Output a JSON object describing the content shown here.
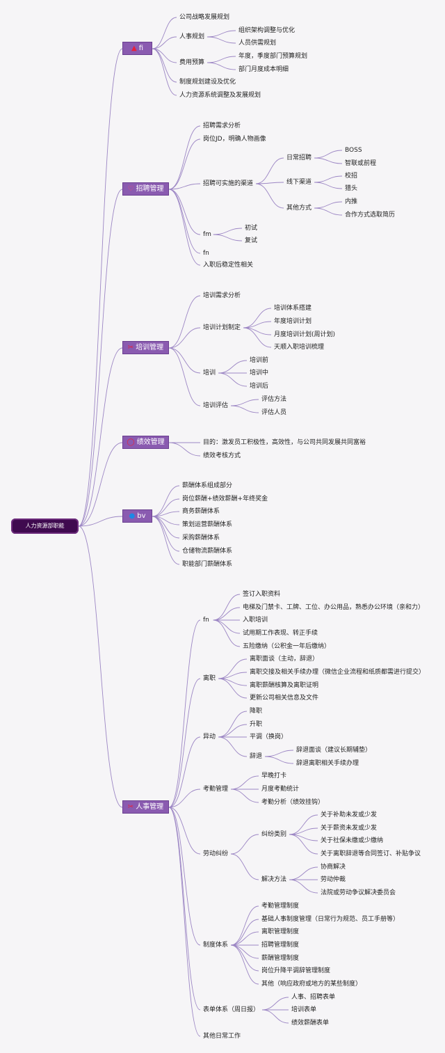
{
  "root": "人力资源部职能",
  "categories": [
    {
      "label": "fi",
      "icon": "▲",
      "icon_name": "red-triangle-icon",
      "icon_color": "#e8213b"
    },
    {
      "label": "招聘管理",
      "icon": "♡",
      "icon_name": "heart-icon",
      "icon_color": "#ff4d6d"
    },
    {
      "label": "培训管理",
      "icon": "✂",
      "icon_name": "scissors-icon",
      "icon_color": "#e8213b"
    },
    {
      "label": "绩效管理",
      "icon": "◯",
      "icon_name": "circle-icon",
      "icon_color": "#e8213b"
    },
    {
      "label": "bv",
      "icon": "●",
      "icon_name": "blue-dot-icon",
      "icon_color": "#1e88e5"
    },
    {
      "label": "人事管理",
      "icon": "✂",
      "icon_name": "scissors-icon",
      "icon_color": "#e8213b"
    }
  ],
  "nodes": {
    "a1": "公司战略发展规划",
    "a2": "人事规划",
    "a2a": "组织架构调整与优化",
    "a2b": "人员供需规划",
    "a3": "费用预算",
    "a3a": "年度，季度部门预算规划",
    "a3b": "部门月度成本明细",
    "a4": "制度规划建设及优化",
    "a5": "人力资源系统调整及发展规划",
    "b1": "招聘需求分析",
    "b2": "岗位JD，明确人物画像",
    "b3": "招聘可实施的渠道",
    "b3a": "日常招聘",
    "b3a1": "BOSS",
    "b3a2": "智联或前程",
    "b3b": "线下渠道",
    "b3b1": "校招",
    "b3b2": "猎头",
    "b3c": "其他方式",
    "b3c1": "内推",
    "b3c2": "合作方式选取简历",
    "b4": "fm",
    "b4a": "初试",
    "b4b": "复试",
    "b5": "fn",
    "b6": "入职后稳定性相关",
    "c1": "培训需求分析",
    "c2": "培训计划制定",
    "c2a": "培训体系搭建",
    "c2b": "年度培训计划",
    "c2c": "月度培训计划(周计划)",
    "c2d": "天顺入职培训梳理",
    "c3": "培训",
    "c3a": "培训前",
    "c3b": "培训中",
    "c3c": "培训后",
    "c4": "培训评估",
    "c4a": "评估方法",
    "c4b": "评估人员",
    "d1": "目的：激发员工积极性，高效性，与公司共同发展共同富裕",
    "d2": "绩效考核方式",
    "e1": "薪酬体系组成部分",
    "e2": "岗位薪酬+绩效薪酬+年终奖金",
    "e3": "商务薪酬体系",
    "e4": "策划运营薪酬体系",
    "e5": "采购薪酬体系",
    "e6": "仓储物流薪酬体系",
    "e7": "职能部门薪酬体系",
    "f1": "fn",
    "f1a": "签订入职资料",
    "f1b": "电梯及门禁卡、工牌、工位、办公用品，熟悉办公环境（亲和力）",
    "f1c": "入职培训",
    "f1d": "试用期工作表现、转正手续",
    "f1e": "五险缴纳（公积金一年后缴纳）",
    "f2": "离职",
    "f2a": "离职面谈（主动，辞退）",
    "f2b": "离职交接及相关手续办理（微信企业流程和纸质都需进行提交）",
    "f2c": "离职薪酬核算及离职证明",
    "f2d": "更新公司相关信息及文件",
    "f3": "异动",
    "f3a": "降职",
    "f3b": "升职",
    "f3c": "平调（换岗）",
    "f3d": "辞退",
    "f3d1": "辞退面谈（建议长期辅垫）",
    "f3d2": "辞退离职相关手续办理",
    "f4": "考勤管理",
    "f4a": "早晚打卡",
    "f4b": "月度考勤统计",
    "f4c": "考勤分析（绩效挂钩）",
    "f5": "劳动纠纷",
    "f5a": "纠纷类别",
    "f5a1": "关于补助未发或少发",
    "f5a2": "关于薪资未发或少发",
    "f5a3": "关于社保未缴或少缴纳",
    "f5a4": "关于离职辞退等合同签订、补贴争议",
    "f5b": "解决方法",
    "f5b1": "协商解决",
    "f5b2": "劳动仲裁",
    "f5b3": "法院或劳动争议解决委员会",
    "f6": "制度体系",
    "f6a": "考勤管理制度",
    "f6b": "基础人事制度管理（日常行为规范、员工手册等）",
    "f6c": "离职管理制度",
    "f6d": "招聘管理制度",
    "f6e": "薪酬管理制度",
    "f6f": "岗位升降平调辞管理制度",
    "f6g": "其他（响应政府或地方的某些制度）",
    "f7": "表单体系（周日报）",
    "f7a": "人事、招聘表单",
    "f7b": "培训表单",
    "f7c": "绩效薪酬表单",
    "f8": "其他日常工作"
  },
  "colors": {
    "line": "#9c86c4",
    "category_bg": "#8a5bb0",
    "root_bg": "#3f0a4f"
  }
}
